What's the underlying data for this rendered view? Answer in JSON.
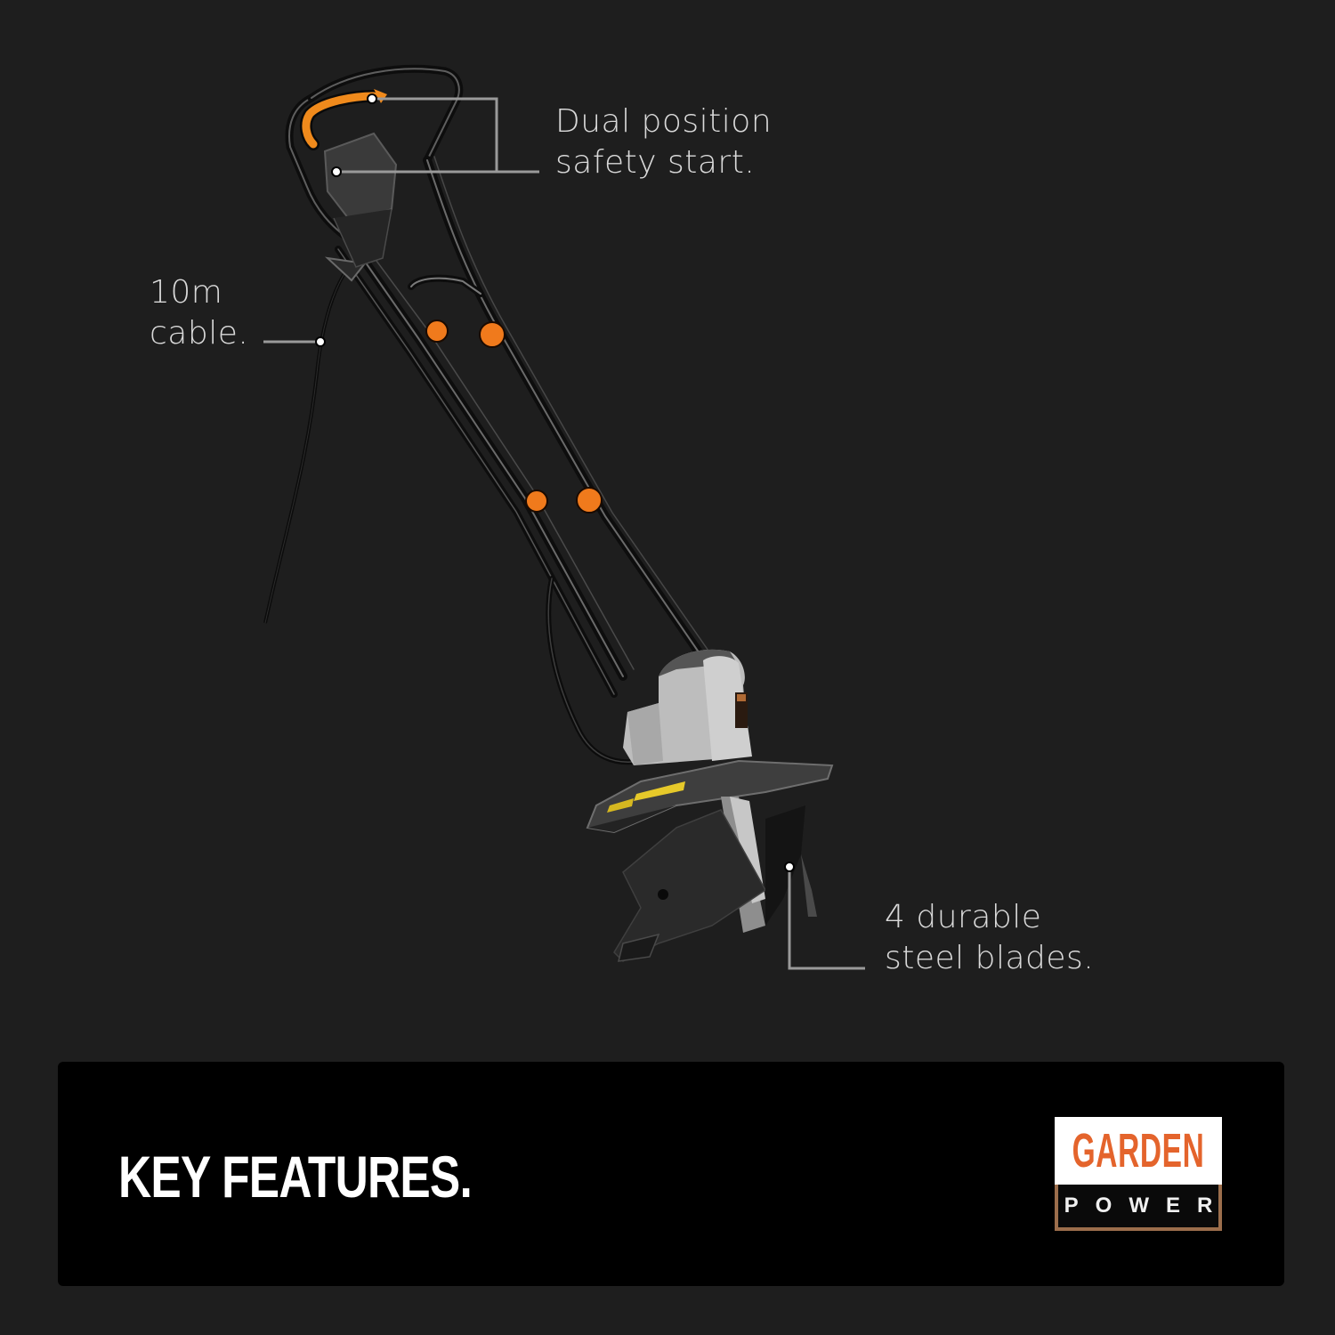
{
  "callouts": {
    "safety_start": {
      "line1": "Dual position",
      "line2": "safety start."
    },
    "cable": {
      "line1": "10m",
      "line2": "cable."
    },
    "blades": {
      "line1": "4 durable",
      "line2": "steel blades."
    }
  },
  "footer": {
    "title": "KEY FEATURES."
  },
  "logo": {
    "top_text": "GARDEN",
    "bottom_text": "POWER"
  },
  "product": {
    "name": "electric-tiller-cultivator",
    "icon": "tiller-illustration"
  },
  "colors": {
    "background": "#1e1e1e",
    "footer_band": "#000000",
    "accent_orange": "#f08a1c",
    "logo_orange": "#e4642c",
    "logo_border": "#9c6e4c",
    "callout_text": "#d9d9d9",
    "callout_line": "#9a9a9a"
  }
}
